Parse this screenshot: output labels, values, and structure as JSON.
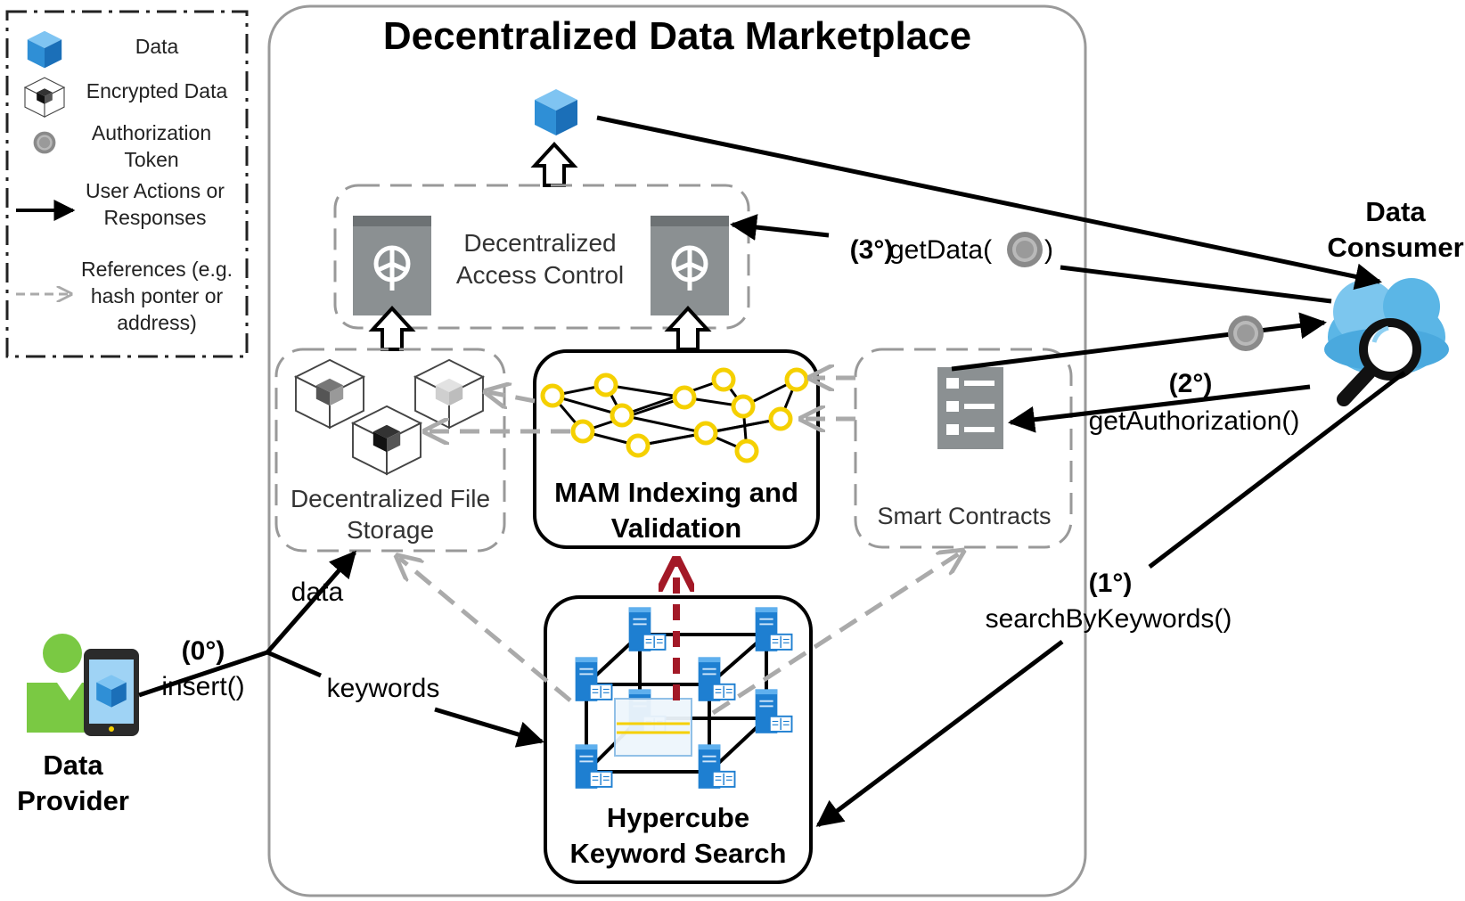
{
  "title": "Decentralized Data Marketplace",
  "legend": {
    "data": "Data",
    "encrypted": "Encrypted Data",
    "token_l1": "Authorization",
    "token_l2": "Token",
    "actions_l1": "User Actions or",
    "actions_l2": "Responses",
    "refs_l1": "References (e.g.",
    "refs_l2": "hash ponter or",
    "refs_l3": "address)"
  },
  "components": {
    "access_l1": "Decentralized",
    "access_l2": "Access Control",
    "storage_l1": "Decentralized File",
    "storage_l2": "Storage",
    "mam_l1": "MAM Indexing and",
    "mam_l2": "Validation",
    "smart": "Smart Contracts",
    "hyper_l1": "Hypercube",
    "hyper_l2": "Keyword Search"
  },
  "actors": {
    "consumer_l1": "Data",
    "consumer_l2": "Consumer",
    "provider_l1": "Data",
    "provider_l2": "Provider"
  },
  "steps": {
    "s0_num": "(0°)",
    "s0_fn": "insert()",
    "data": "data",
    "keywords": "keywords",
    "s1_num": "(1°)",
    "s1_fn": "searchByKeywords()",
    "s2_num": "(2°)",
    "s2_fn": "getAuthorization()",
    "s3_num": "(3°)",
    "s3_fn_a": "getData(",
    "s3_fn_b": ")"
  },
  "colors": {
    "data_cube": "#2f8fd6",
    "yellow_node": "#f5d000",
    "red_arrow": "#a31927",
    "server_blue": "#1e7fd1",
    "cloud_blue": "#5bb6e6",
    "dashed_gray": "#999999"
  }
}
